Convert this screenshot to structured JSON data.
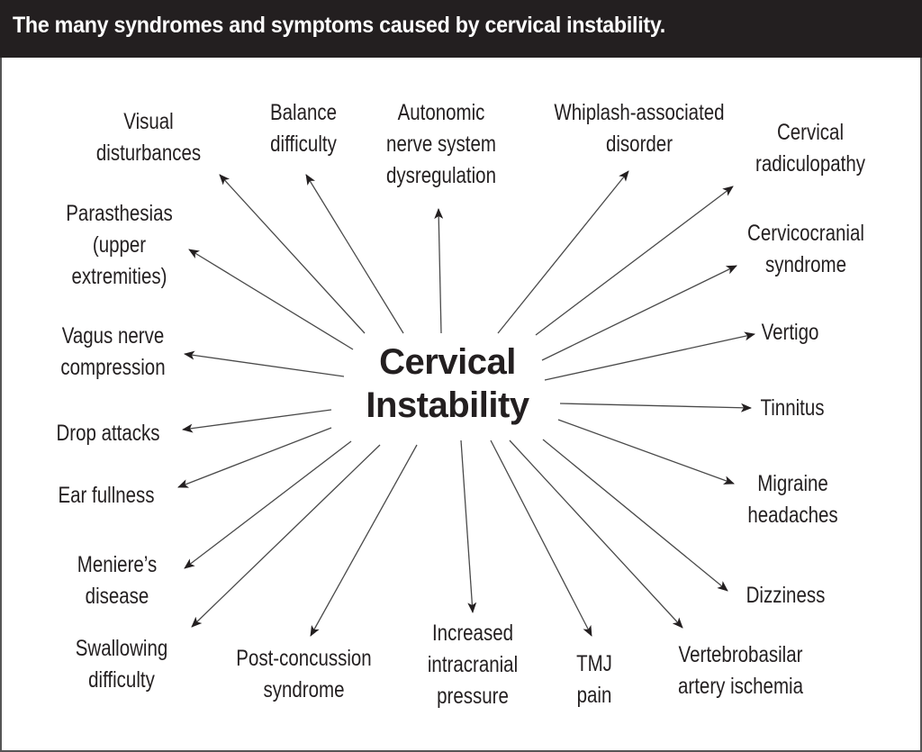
{
  "title": "The many syndromes and symptoms caused by cervical instability.",
  "center": {
    "line1": "Cervical",
    "line2": "Instability"
  },
  "nodes": {
    "visual": {
      "line1": "Visual",
      "line2": "disturbances"
    },
    "balance": {
      "line1": "Balance",
      "line2": "difficulty"
    },
    "autonomic": {
      "line1": "Autonomic",
      "line2": "nerve system",
      "line3": "dysregulation"
    },
    "whiplash": {
      "line1": "Whiplash-associated",
      "line2": "disorder"
    },
    "radiculopathy": {
      "line1": "Cervical",
      "line2": "radiculopathy"
    },
    "parasthesias": {
      "line1": "Parasthesias",
      "line2": "(upper",
      "line3": "extremities)"
    },
    "cervicocranial": {
      "line1": "Cervicocranial",
      "line2": "syndrome"
    },
    "vagus": {
      "line1": "Vagus nerve",
      "line2": "compression"
    },
    "vertigo": {
      "line1": "Vertigo"
    },
    "drop": {
      "line1": "Drop attacks"
    },
    "tinnitus": {
      "line1": "Tinnitus"
    },
    "ear": {
      "line1": "Ear fullness"
    },
    "migraine": {
      "line1": "Migraine",
      "line2": "headaches"
    },
    "meniere": {
      "line1": "Meniere’s",
      "line2": "disease"
    },
    "dizziness": {
      "line1": "Dizziness"
    },
    "swallowing": {
      "line1": "Swallowing",
      "line2": "difficulty"
    },
    "postconcussion": {
      "line1": "Post-concussion",
      "line2": "syndrome"
    },
    "intracranial": {
      "line1": "Increased",
      "line2": "intracranial",
      "line3": "pressure"
    },
    "tmj": {
      "line1": "TMJ",
      "line2": "pain"
    },
    "vertebrobasilar": {
      "line1": "Vertebrobasilar",
      "line2": "artery ischemia"
    }
  },
  "colors": {
    "title_bg": "#231f20",
    "title_fg": "#ffffff",
    "ink": "#231f20",
    "line": "#4a4a4a"
  }
}
